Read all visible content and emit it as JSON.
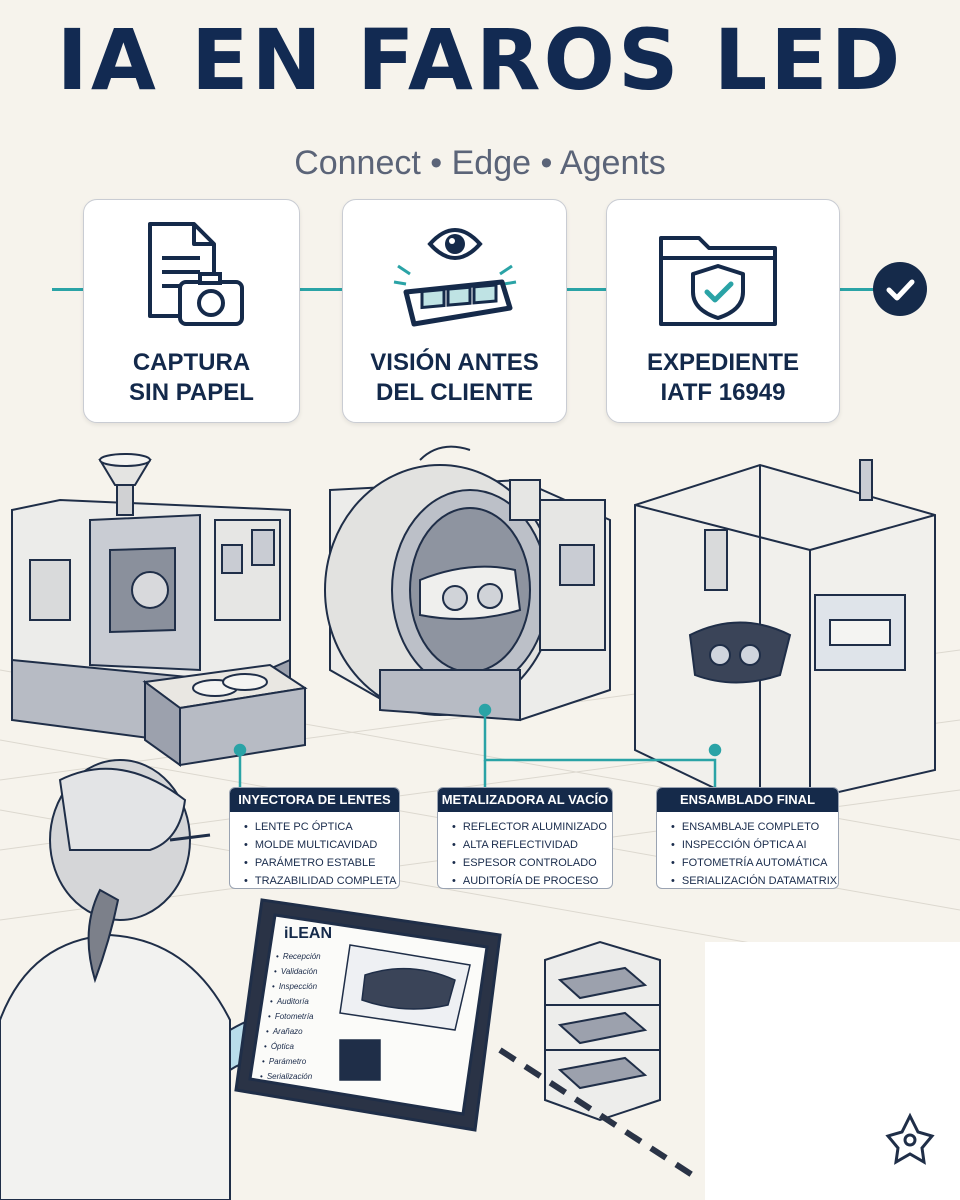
{
  "header": {
    "title": "IA EN FAROS LED",
    "subtitle": "Connect • Edge • Agents"
  },
  "steps": [
    {
      "line1": "CAPTURA",
      "line2": "SIN PAPEL",
      "icon": "document-camera-icon"
    },
    {
      "line1": "VISIÓN ANTES",
      "line2": "DEL CLIENTE",
      "icon": "eye-headlight-icon"
    },
    {
      "line1": "EXPEDIENTE",
      "line2": "IATF 16949",
      "icon": "folder-shield-icon"
    }
  ],
  "stations": [
    {
      "title": "INYECTORA DE LENTES",
      "items": [
        "LENTE PC ÓPTICA",
        "MOLDE MULTICAVIDAD",
        "PARÁMETRO ESTABLE",
        "TRAZABILIDAD COMPLETA"
      ]
    },
    {
      "title": "METALIZADORA AL VACÍO",
      "items": [
        "REFLECTOR ALUMINIZADO",
        "ALTA REFLECTIVIDAD",
        "ESPESOR CONTROLADO",
        "AUDITORÍA DE PROCESO"
      ]
    },
    {
      "title": "ENSAMBLADO FINAL",
      "items": [
        "ENSAMBLAJE COMPLETO",
        "INSPECCIÓN ÓPTICA AI",
        "FOTOMETRÍA AUTOMÁTICA",
        "SERIALIZACIÓN DATAMATRIX"
      ]
    }
  ],
  "tablet": {
    "logo": "iLEAN",
    "checklist": [
      "Recepción",
      "Validación",
      "Inspección",
      "Auditoría",
      "Fotometría",
      "Arañazo",
      "Óptica",
      "Parámetro",
      "Serialización"
    ]
  },
  "colors": {
    "navy": "#152a4a",
    "teal": "#2aa3a6",
    "background": "#f6f3ec"
  }
}
